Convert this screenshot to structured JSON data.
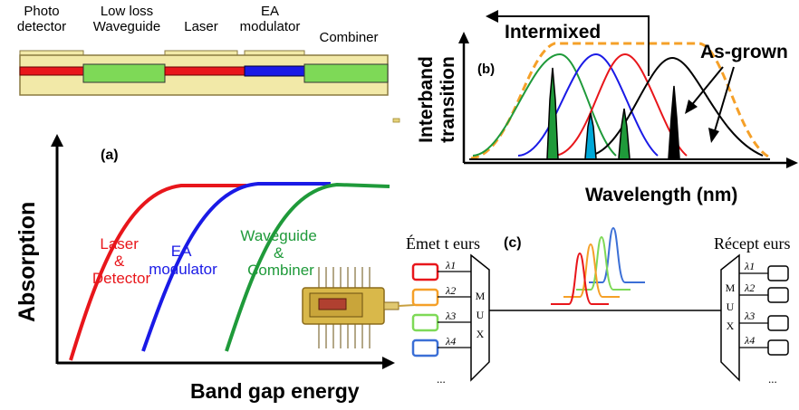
{
  "colors": {
    "red": "#e8161b",
    "blue": "#1a1ae6",
    "green": "#1f9a3a",
    "black": "#000000",
    "orange": "#f5a028",
    "yellow": "#f2e9a8",
    "light_green": "#7ed957",
    "cyan": "#00a8d8"
  },
  "stack": {
    "labels": [
      "Photo\ndetector",
      "Low loss\nWaveguide",
      "Laser",
      "EA\nmodulator",
      "Combiner"
    ]
  },
  "panel_a": {
    "tag": "(a)",
    "ylabel": "Absorption",
    "xlabel": "Band gap energy",
    "curve_labels": {
      "laser": [
        "Laser",
        "&",
        "Detector"
      ],
      "ea": [
        "EA",
        "modulator"
      ],
      "wg": [
        "Waveguide",
        "&",
        "Combiner"
      ]
    }
  },
  "panel_b": {
    "tag": "(b)",
    "ylabel": [
      "Interband",
      "transition"
    ],
    "xlabel": "Wavelength  (nm)",
    "intermixed": "Intermixed",
    "asgrown": "As-grown"
  },
  "panel_c": {
    "tag": "(c)",
    "emitters": "Émet t eurs",
    "receivers": "Récept eurs",
    "mux": [
      "M",
      "U",
      "X"
    ],
    "lambdas": [
      "λ1",
      "λ2",
      "λ3",
      "λ4"
    ],
    "ellipsis": "..."
  }
}
